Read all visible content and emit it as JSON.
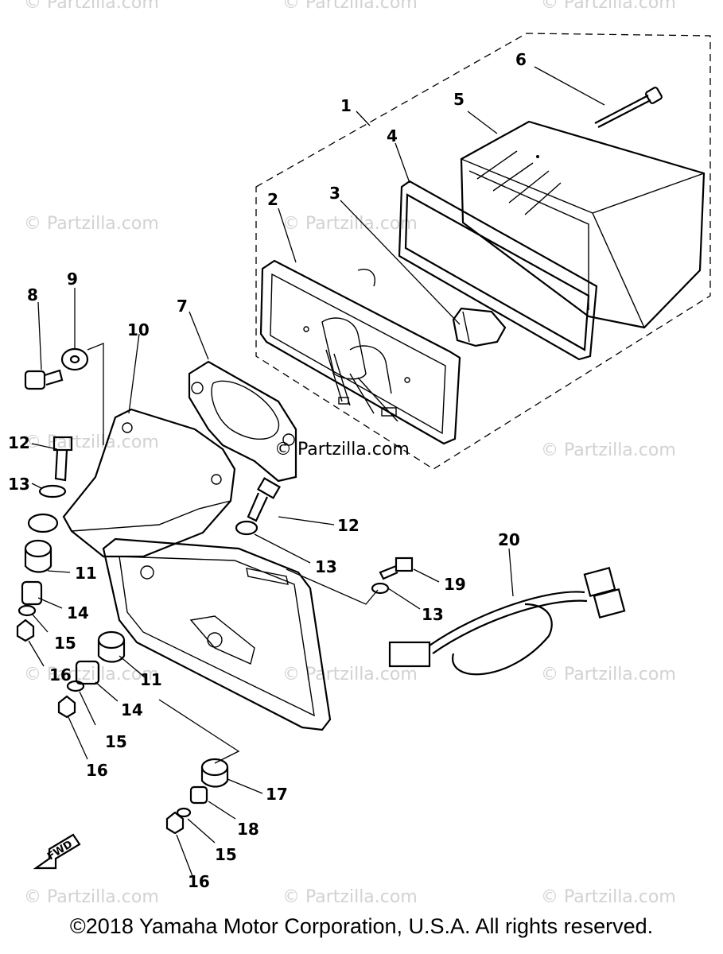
{
  "diagram": {
    "callouts": [
      "1",
      "2",
      "3",
      "4",
      "5",
      "6",
      "7",
      "8",
      "9",
      "10",
      "11",
      "12",
      "13",
      "14",
      "15",
      "16",
      "17",
      "18",
      "19",
      "20"
    ],
    "fwd_label": "FWD",
    "watermark": "© Partzilla.com",
    "copyright": "©2018  Yamaha Motor Corporation, U.S.A. All rights reserved."
  }
}
